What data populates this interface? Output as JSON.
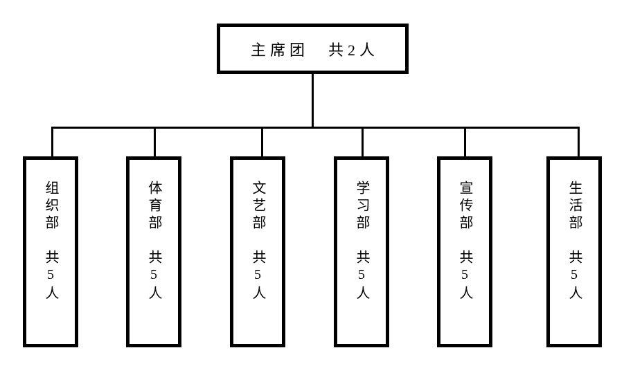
{
  "colors": {
    "line": "#000000",
    "background": "#ffffff",
    "text": "#000000"
  },
  "org": {
    "root": {
      "name": "主席团",
      "count": "共2人",
      "label": "主席团　共2人"
    },
    "children": [
      {
        "name": "组织部",
        "count": "共5人",
        "label": "组织部　共5人"
      },
      {
        "name": "体育部",
        "count": "共5人",
        "label": "体育部　共5人"
      },
      {
        "name": "文艺部",
        "count": "共5人",
        "label": "文艺部　共5人"
      },
      {
        "name": "学习部",
        "count": "共5人",
        "label": "学习部　共5人"
      },
      {
        "name": "宣传部",
        "count": "共5人",
        "label": "宣传部　共5人"
      },
      {
        "name": "生活部",
        "count": "共5人",
        "label": "生活部　共5人"
      }
    ]
  }
}
